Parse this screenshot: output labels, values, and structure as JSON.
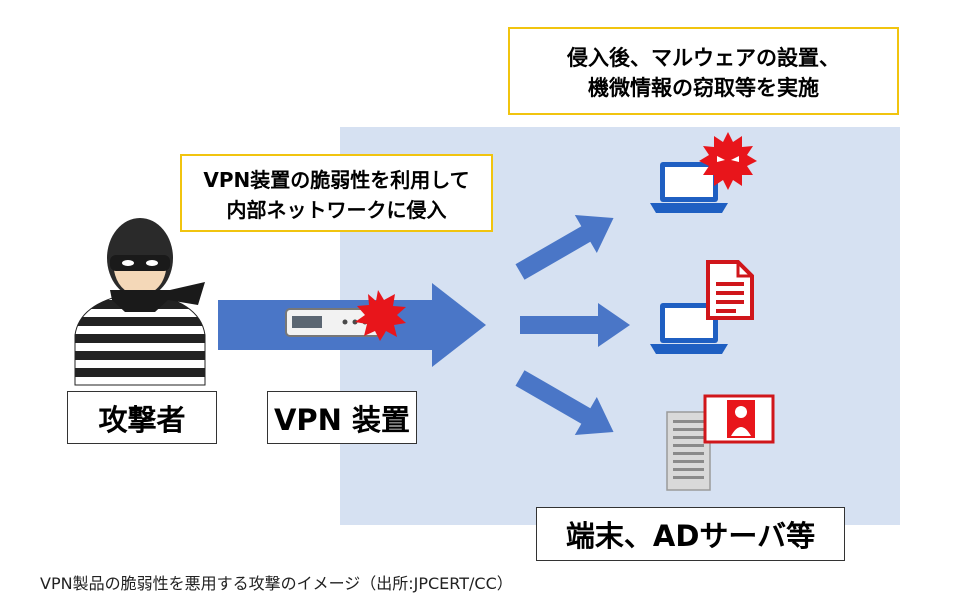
{
  "callouts": {
    "post_intrusion": {
      "line1": "侵入後、マルウェアの設置、",
      "line2": "機微情報の窃取等を実施"
    },
    "vpn_exploit": {
      "line1": "VPN装置の脆弱性を利用して",
      "line2": "内部ネットワークに侵入"
    }
  },
  "labels": {
    "attacker": "攻撃者",
    "vpn_device": "VPN 装置",
    "targets": "端末、ADサーバ等"
  },
  "caption": "VPN製品の脆弱性を悪用する攻撃のイメージ（出所:JPCERT/CC）",
  "colors": {
    "arrow_blue": "#4a76c7",
    "network_bg": "#d6e1f2",
    "callout_border": "#f1c40f",
    "burst_red": "#e8151b",
    "laptop_blue": "#1f5fc2"
  },
  "icons": [
    "attacker-figure-icon",
    "vpn-device-icon",
    "laptop-icon",
    "virus-icon",
    "document-icon",
    "server-icon",
    "id-card-icon"
  ]
}
